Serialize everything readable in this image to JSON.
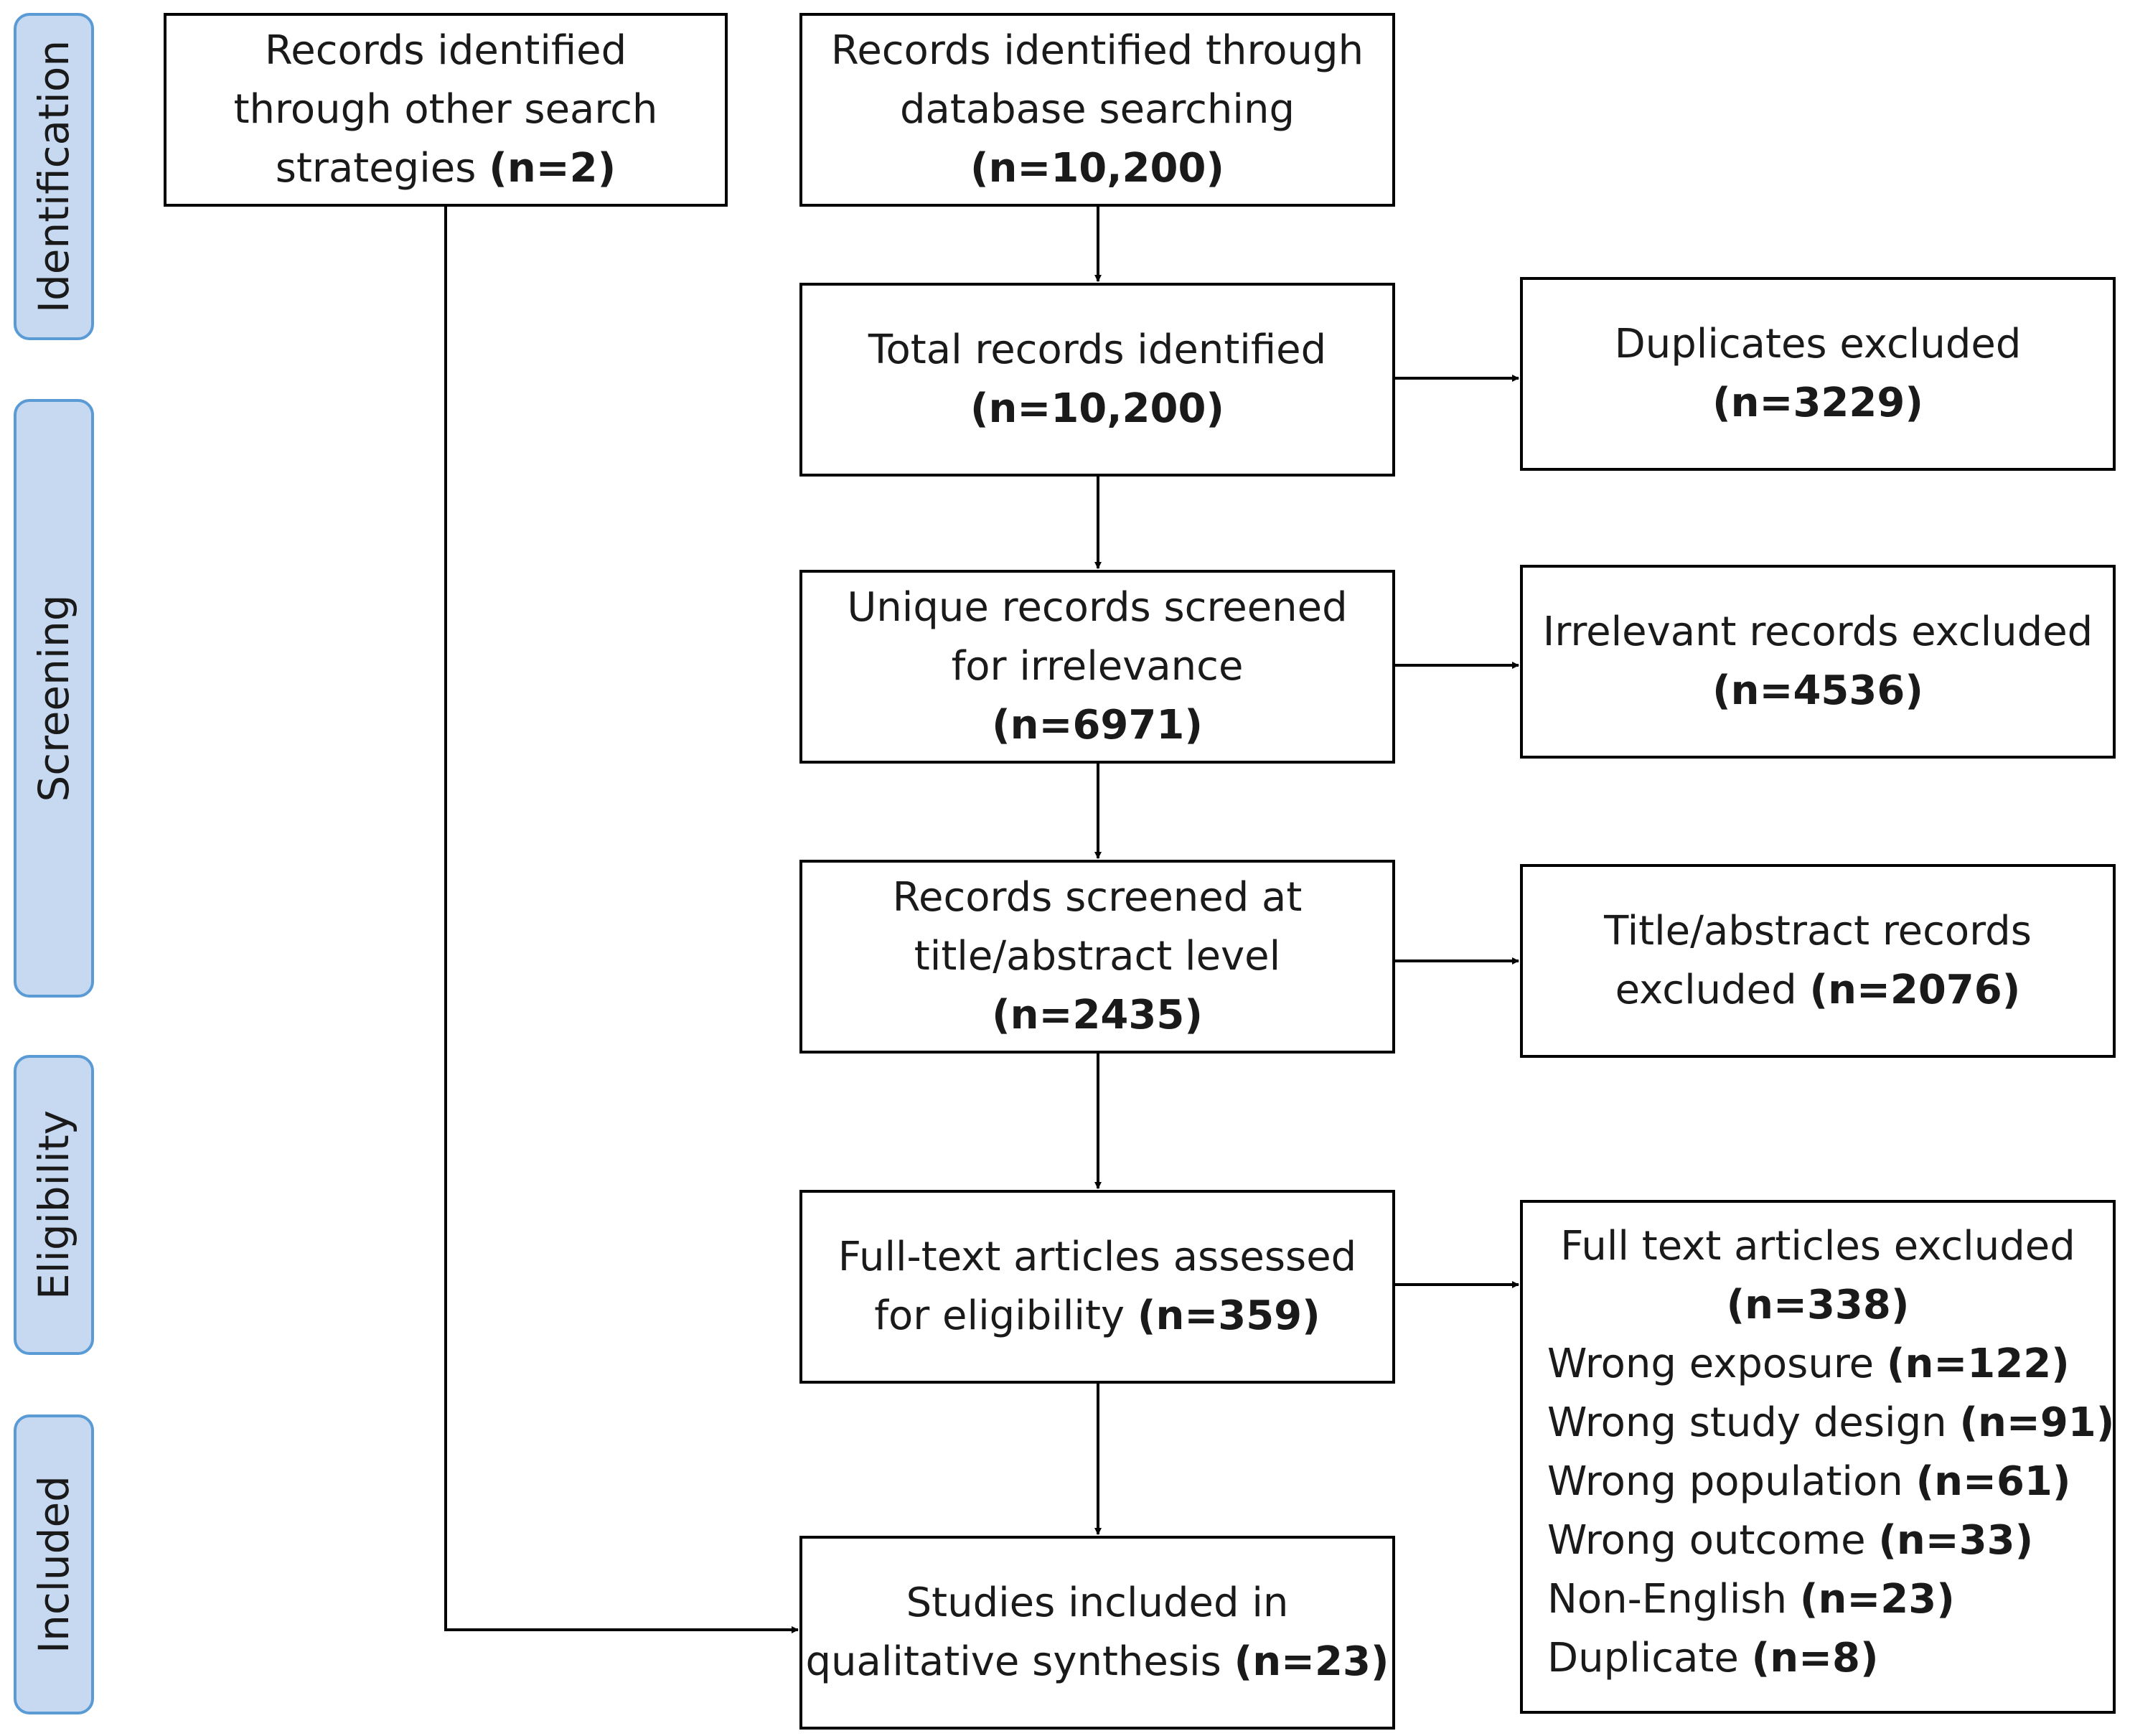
{
  "stages": [
    "Identification",
    "Screening",
    "Eligibility",
    "Included"
  ],
  "boxes": {
    "other_sources": {
      "lines": [
        "Records identified",
        "through other search"
      ],
      "tail": "strategies",
      "count": "(n=2)"
    },
    "database": {
      "lines": [
        "Records identified through",
        "database searching"
      ],
      "count": "(n=10,200)"
    },
    "total": {
      "lines": [
        "Total records identified"
      ],
      "count": "(n=10,200)"
    },
    "duplicates": {
      "lines": [
        "Duplicates excluded"
      ],
      "count": "(n=3229)"
    },
    "unique": {
      "lines": [
        "Unique records screened",
        "for irrelevance"
      ],
      "count": "(n=6971)"
    },
    "irrelevant": {
      "lines": [
        "Irrelevant records excluded"
      ],
      "count": "(n=4536)"
    },
    "title_abstract": {
      "lines": [
        "Records screened at",
        "title/abstract level"
      ],
      "count": "(n=2435)"
    },
    "title_abstract_excluded": {
      "lines": [
        "Title/abstract records"
      ],
      "tail": "excluded",
      "count": "(n=2076)"
    },
    "full_text": {
      "lines": [
        "Full-text articles assessed"
      ],
      "tail": "for eligibility",
      "count": "(n=359)"
    },
    "full_text_excluded": {
      "lines": [
        "Full text articles excluded"
      ],
      "count": "(n=338)",
      "reasons": [
        {
          "label": "Wrong exposure",
          "count": "(n=122)"
        },
        {
          "label": "Wrong study design",
          "count": "(n=91)"
        },
        {
          "label": "Wrong population",
          "count": "(n=61)"
        },
        {
          "label": "Wrong outcome",
          "count": "(n=33)"
        },
        {
          "label": "Non-English",
          "count": "(n=23)"
        },
        {
          "label": "Duplicate",
          "count": "(n=8)"
        }
      ]
    },
    "included": {
      "lines": [
        "Studies included in"
      ],
      "tail": "qualitative synthesis",
      "count": "(n=23)"
    }
  },
  "colors": {
    "stage_fill": "#c6d9f1",
    "stage_border": "#5b9bd5",
    "box_border": "#000000",
    "arrow": "#000000"
  }
}
